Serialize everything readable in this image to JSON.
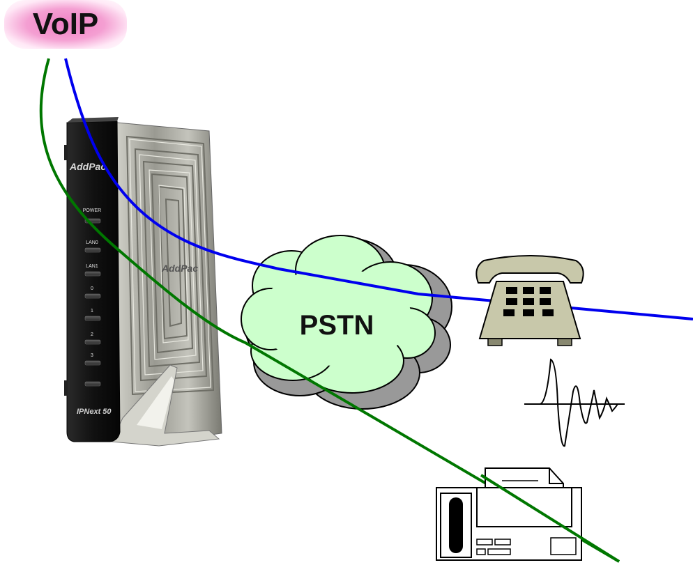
{
  "title": "VoIP",
  "cloud_label": "PSTN",
  "device": {
    "brand": "AddPac",
    "model": "IPNext 50",
    "led_labels": [
      "POWER",
      "LAN0",
      "LAN1",
      "0",
      "1",
      "2",
      "3"
    ]
  },
  "nodes": [
    "telephone",
    "fax-machine",
    "waveform"
  ],
  "colors": {
    "voice_line": "#0000ee",
    "fax_line": "#007700",
    "cloud_fill": "#ccffcc",
    "cloud_shadow": "#999999",
    "phone_body": "#c8c8aa",
    "label_glow": "#f07fc4"
  }
}
